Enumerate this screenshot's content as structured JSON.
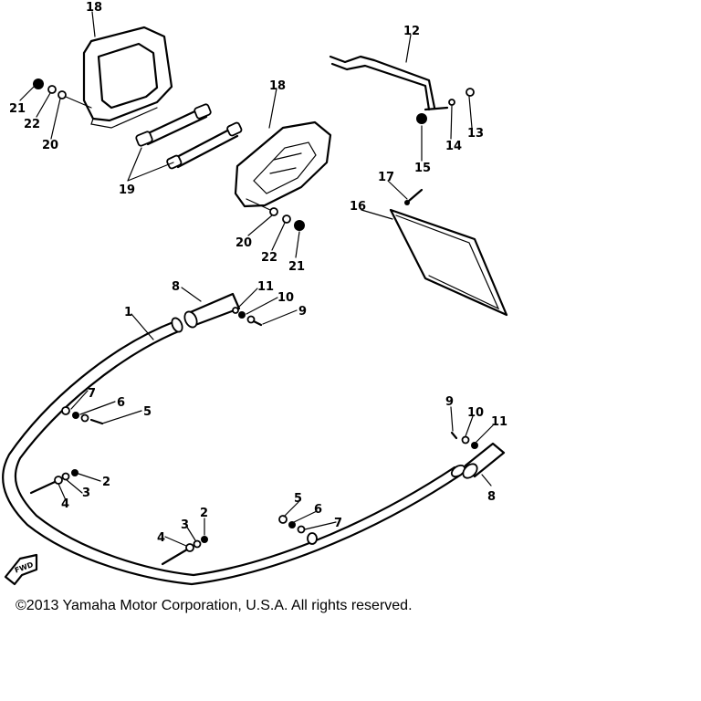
{
  "labels": {
    "l1": "1",
    "l2a": "2",
    "l2b": "2",
    "l3a": "3",
    "l3b": "3",
    "l4a": "4",
    "l4b": "4",
    "l5a": "5",
    "l5b": "5",
    "l6a": "6",
    "l6b": "6",
    "l7a": "7",
    "l7b": "7",
    "l8a": "8",
    "l8b": "8",
    "l9a": "9",
    "l9b": "9",
    "l10a": "10",
    "l10b": "10",
    "l11a": "11",
    "l11b": "11",
    "l12": "12",
    "l13": "13",
    "l14": "14",
    "l15": "15",
    "l16": "16",
    "l17": "17",
    "l18a": "18",
    "l18b": "18",
    "l19": "19",
    "l20a": "20",
    "l20b": "20",
    "l21a": "21",
    "l21b": "21",
    "l22a": "22",
    "l22b": "22"
  },
  "fwd_mark": "FWD",
  "copyright": "©2013 Yamaha Motor Corporation, U.S.A. All rights reserved."
}
